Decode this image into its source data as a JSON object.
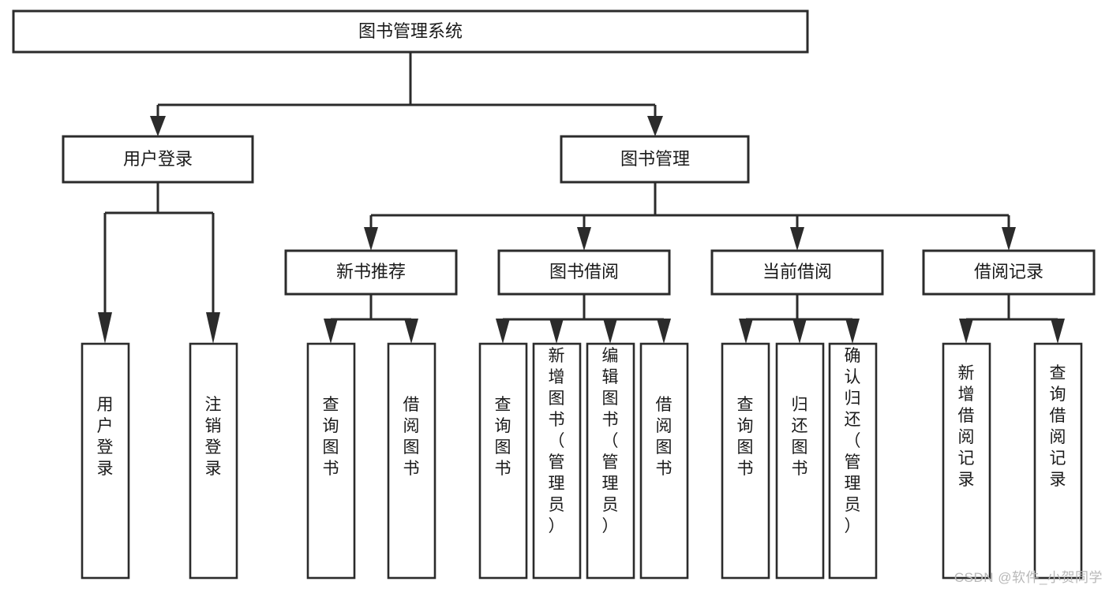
{
  "diagram": {
    "title_node": {
      "label": "图书管理系统"
    },
    "level2": [
      {
        "label": "用户登录"
      },
      {
        "label": "图书管理"
      }
    ],
    "level3": [
      {
        "label": "新书推荐"
      },
      {
        "label": "图书借阅"
      },
      {
        "label": "当前借阅"
      },
      {
        "label": "借阅记录"
      }
    ],
    "leaves": {
      "user_login": [
        {
          "label": "用户登录"
        },
        {
          "label": "注销登录"
        }
      ],
      "new_book": [
        {
          "label": "查询图书"
        },
        {
          "label": "借阅图书"
        }
      ],
      "book_borrow": [
        {
          "label": "查询图书"
        },
        {
          "label": "新增图书（管理员）"
        },
        {
          "label": "编辑图书（管理员）"
        },
        {
          "label": "借阅图书"
        }
      ],
      "current_borrow": [
        {
          "label": "查询图书"
        },
        {
          "label": "归还图书"
        },
        {
          "label": "确认归还（管理员）"
        }
      ],
      "borrow_record": [
        {
          "label": "新增借阅记录"
        },
        {
          "label": "查询借阅记录"
        }
      ]
    }
  },
  "watermark": {
    "text": "CSDN @软件_小贺同学"
  },
  "colors": {
    "stroke": "#2b2b2b",
    "fill": "#ffffff",
    "text": "#1a1a1a",
    "watermark": "#b8b8b8"
  }
}
